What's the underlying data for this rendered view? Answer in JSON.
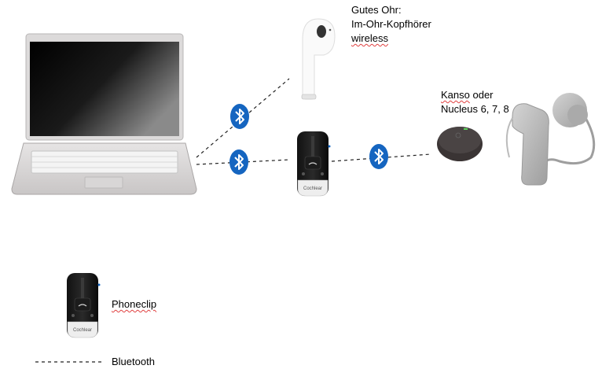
{
  "diagram": {
    "earbud_label": {
      "line1": "Gutes Ohr:",
      "line2": "Im-Ohr-Kopfhörer",
      "line3": "wireless"
    },
    "processor_label": {
      "line1_word": "Kanso",
      "line1_rest": " oder",
      "line2": "Nucleus 6, 7, 8"
    },
    "phoneclip_brand": "Cochlear",
    "legend": {
      "device_label": "Phoneclip",
      "line_label": "Bluetooth"
    },
    "icons": {
      "laptop": "laptop-icon",
      "earbud": "wireless-earbud-icon",
      "phoneclip": "phoneclip-icon",
      "kanso": "kanso-processor-icon",
      "nucleus": "nucleus-processor-icon",
      "bluetooth": "bluetooth-icon"
    },
    "colors": {
      "bluetooth_blue": "#1565c0",
      "dash_line": "#222222"
    },
    "connections": [
      {
        "from": "laptop",
        "to": "earbud",
        "type": "Bluetooth"
      },
      {
        "from": "laptop",
        "to": "phoneclip",
        "type": "Bluetooth"
      },
      {
        "from": "phoneclip",
        "to": "processor",
        "type": "Bluetooth"
      }
    ]
  }
}
